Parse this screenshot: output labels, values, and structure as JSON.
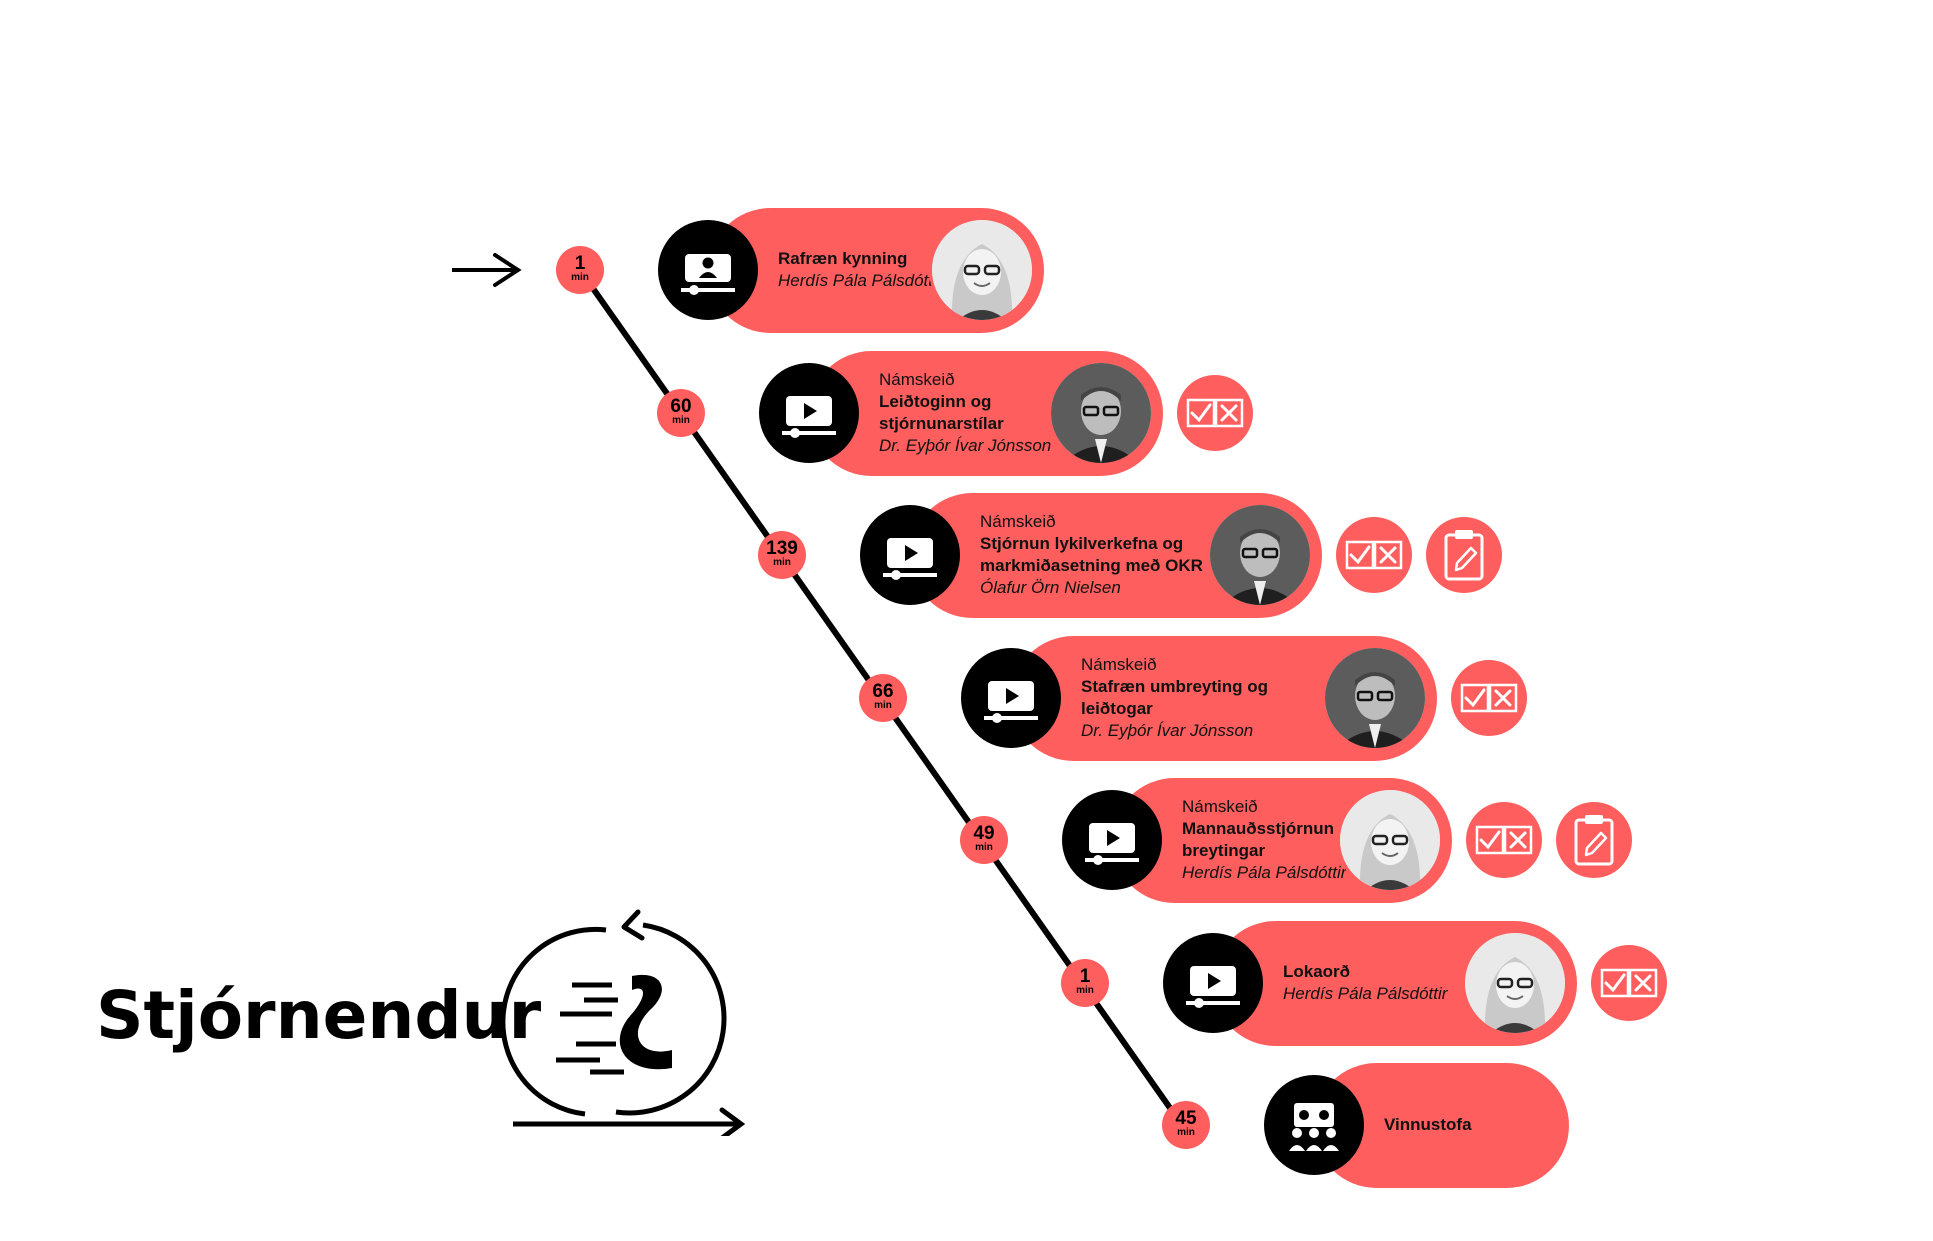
{
  "brand": {
    "title": "Stjórnendur"
  },
  "colors": {
    "accent": "#ff5e5e",
    "dark": "#000000"
  },
  "unit_label": "min",
  "steps": [
    {
      "minutes": "1",
      "category": "",
      "title": "Rafræn kynning",
      "instructor": "Herdís Pála Pálsdóttir",
      "icon": "presentation-icon",
      "portrait": "woman-portrait",
      "badges": []
    },
    {
      "minutes": "60",
      "category": "Námskeið",
      "title": "Leiðtoginn og stjórnunarstílar",
      "instructor": "Dr. Eyþór Ívar Jónsson",
      "icon": "video-play-icon",
      "portrait": "man-portrait",
      "badges": [
        "true-false-quiz-icon"
      ]
    },
    {
      "minutes": "139",
      "category": "Námskeið",
      "title": "Stjórnun lykilverkefna og markmiðasetning með OKR",
      "instructor": "Ólafur Örn Nielsen",
      "icon": "video-play-icon",
      "portrait": "man-portrait",
      "badges": [
        "true-false-quiz-icon",
        "clipboard-assignment-icon"
      ]
    },
    {
      "minutes": "66",
      "category": "Námskeið",
      "title": "Stafræn umbreyting og leiðtogar",
      "instructor": "Dr. Eyþór Ívar Jónsson",
      "icon": "video-play-icon",
      "portrait": "man-portrait",
      "badges": [
        "true-false-quiz-icon"
      ]
    },
    {
      "minutes": "49",
      "category": "Námskeið",
      "title": "Mannauðsstjórnun og breytingar",
      "instructor": "Herdís Pála Pálsdóttir",
      "icon": "video-play-icon",
      "portrait": "woman-portrait",
      "badges": [
        "true-false-quiz-icon",
        "clipboard-assignment-icon"
      ]
    },
    {
      "minutes": "1",
      "category": "",
      "title": "Lokaorð",
      "instructor": "Herdís Pála Pálsdóttir",
      "icon": "video-play-icon",
      "portrait": "woman-portrait",
      "badges": [
        "true-false-quiz-icon"
      ]
    },
    {
      "minutes": "45",
      "category": "",
      "title": "Vinnustofa",
      "instructor": "",
      "icon": "workshop-group-icon",
      "portrait": "",
      "badges": []
    }
  ]
}
